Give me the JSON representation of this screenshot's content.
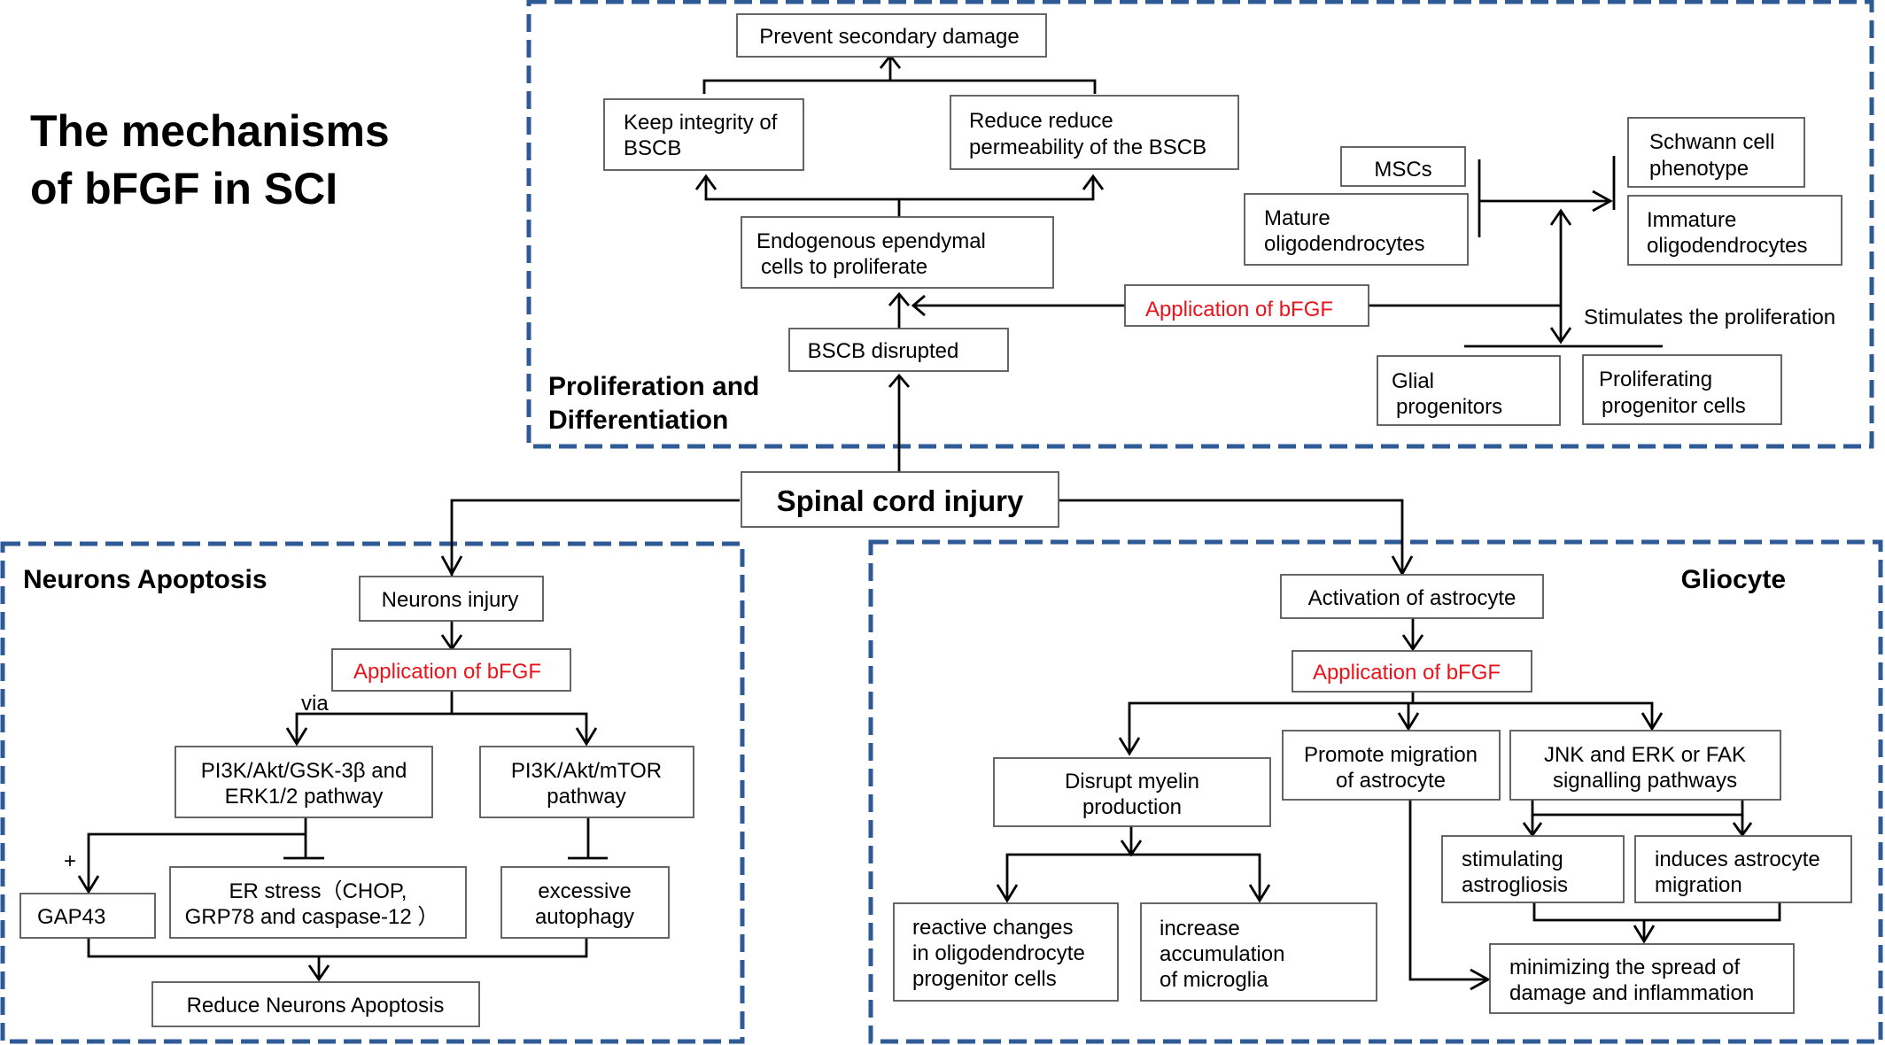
{
  "title": {
    "line1": "The mechanisms",
    "line2": "of bFGF in SCI"
  },
  "root": "Spinal cord injury",
  "sections": {
    "proliferation": {
      "line1": "Proliferation and",
      "line2": "Differentiation"
    },
    "neurons": "Neurons Apoptosis",
    "gliocyte": "Gliocyte"
  },
  "proliferation": {
    "prevent": "Prevent secondary damage",
    "keep_integrity": {
      "line1": "Keep integrity of",
      "line2": "BSCB"
    },
    "reduce_permeability": {
      "line1": "Reduce reduce",
      "line2": "permeability of the BSCB"
    },
    "ependymal": {
      "line1": "Endogenous ependymal",
      "line2": "cells to proliferate"
    },
    "bscb_disrupted": "BSCB disrupted",
    "application": "Application of bFGF",
    "mscs": "MSCs",
    "mature": {
      "line1": "Mature",
      "line2": "oligodendrocytes"
    },
    "schwann": {
      "line1": "Schwann cell",
      "line2": "phenotype"
    },
    "immature": {
      "line1": "Immature",
      "line2": "oligodendrocytes"
    },
    "stimulates": "Stimulates the proliferation",
    "glial": {
      "line1": "Glial",
      "line2": "progenitors"
    },
    "proliferating": {
      "line1": "Proliferating",
      "line2": "progenitor cells"
    }
  },
  "neurons": {
    "injury": "Neurons injury",
    "application": "Application of bFGF",
    "via": "via",
    "pi3k_gsk": {
      "line1": "PI3K/Akt/GSK-3β and",
      "line2": "ERK1/2  pathway"
    },
    "pi3k_mtor": {
      "line1": "PI3K/Akt/mTOR",
      "line2": "pathway"
    },
    "plus": "+",
    "gap43": "GAP43",
    "er_stress": {
      "line1": "ER stress（CHOP,",
      "line2": "GRP78 and caspase-12 ）"
    },
    "autophagy": {
      "line1": "excessive",
      "line2": "autophagy"
    },
    "reduce": "Reduce Neurons Apoptosis"
  },
  "gliocyte": {
    "activation": "Activation of astrocyte",
    "application": "Application of bFGF",
    "disrupt": {
      "line1": "Disrupt myelin",
      "line2": "production"
    },
    "promote": {
      "line1": "Promote migration",
      "line2": "of astrocyte"
    },
    "jnk": {
      "line1": "JNK and ERK or FAK",
      "line2": "signalling pathways"
    },
    "reactive": {
      "line1": "reactive changes",
      "line2": "in oligodendrocyte",
      "line3": "progenitor cells"
    },
    "increase": {
      "line1": "increase",
      "line2": "accumulation",
      "line3": "of microglia"
    },
    "stimulating": {
      "line1": "stimulating",
      "line2": "astrogliosis"
    },
    "induces": {
      "line1": "induces astrocyte",
      "line2": "migration"
    },
    "minimizing": {
      "line1": "minimizing the spread of",
      "line2": "damage and inflammation"
    }
  },
  "colors": {
    "panel_border": "#2e5a96",
    "highlight_text": "#e8141b",
    "box_border": "#555555"
  }
}
